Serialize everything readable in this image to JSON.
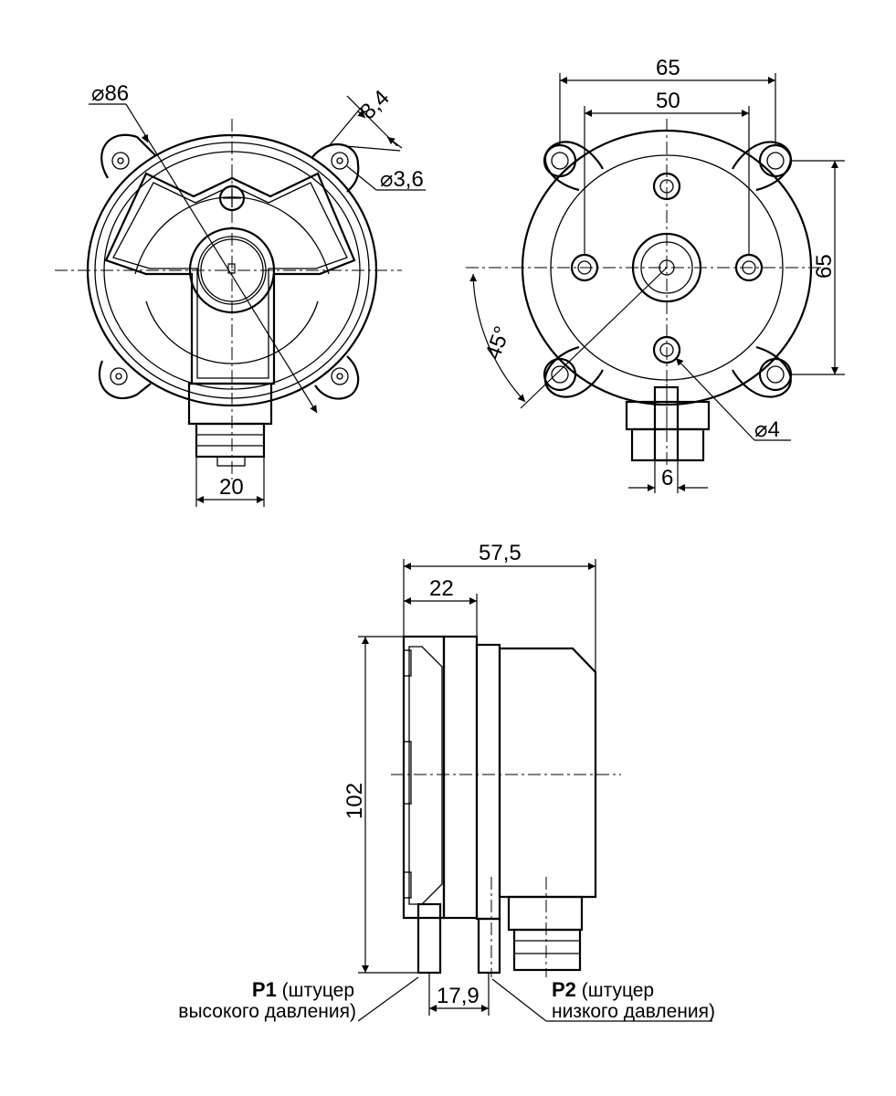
{
  "dimensions": {
    "dia_86": "⌀86",
    "dim_8_4": "8,4",
    "dia_3_6": "⌀3,6",
    "dim_20": "20",
    "dim_65_top": "65",
    "dim_50": "50",
    "dim_65_side": "65",
    "angle_45": "45°",
    "dia_4": "⌀4",
    "dim_6": "6",
    "dim_57_5": "57,5",
    "dim_22": "22",
    "dim_102": "102",
    "dim_17_9": "17,9"
  },
  "labels": {
    "p1_bold": "P1",
    "p1_rest": " (штуцер",
    "p1_line2": "высокого давления)",
    "p2_bold": "P2",
    "p2_rest": " (штуцер",
    "p2_line2": "низкого давления)"
  }
}
